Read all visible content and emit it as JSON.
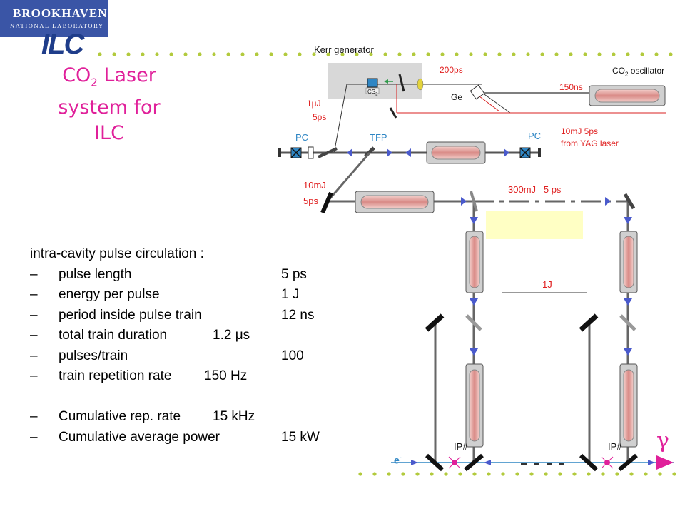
{
  "logo": {
    "line1": "BROOKHAVEN",
    "line2": "NATIONAL LABORATORY"
  },
  "ilc_mark": "ILC",
  "title": {
    "line1_main": "CO",
    "line1_sub": "2",
    "line1_rest": " Laser",
    "line2": "system for",
    "line3": "ILC"
  },
  "specs": {
    "header": "intra-cavity pulse circulation :",
    "dash": "–",
    "rows": [
      {
        "label": "pulse length",
        "value": "5 ps"
      },
      {
        "label": "energy per pulse",
        "value": "1 J"
      },
      {
        "label": "period inside pulse train",
        "value": "12 ns"
      },
      {
        "label": "total train duration",
        "value": "1.2 μs"
      },
      {
        "label": "pulses/train",
        "value": "100"
      },
      {
        "label": "train repetition rate",
        "value": "150 Hz"
      },
      {
        "label": "Cumulative rep. rate",
        "value": "15 kHz"
      },
      {
        "label": "Cumulative average power",
        "value": "15 kW"
      }
    ]
  },
  "diagram": {
    "kerr_generator": "Kerr generator",
    "cs2": "CS",
    "cs2_sub": "2",
    "t200ps": "200ps",
    "co2_oscillator_main": "CO",
    "co2_oscillator_sub": "2",
    "co2_oscillator_rest": " oscillator",
    "t150ns": "150ns",
    "ge": "Ge",
    "e1uj": "1μJ",
    "e1uj_ps": "5ps",
    "pc_left": "PC",
    "tfp": "TFP",
    "pc_right": "PC",
    "yag_line1": "10mJ 5ps",
    "yag_line2": "from YAG laser",
    "e10mj": "10mJ",
    "e10mj_ps": "5ps",
    "e300mj": "300mJ   5 ps",
    "e1j": "1J",
    "ip_left": "IP#",
    "ip_right": "IP#",
    "electron": "e",
    "electron_sup": "-",
    "gamma": "γ"
  }
}
